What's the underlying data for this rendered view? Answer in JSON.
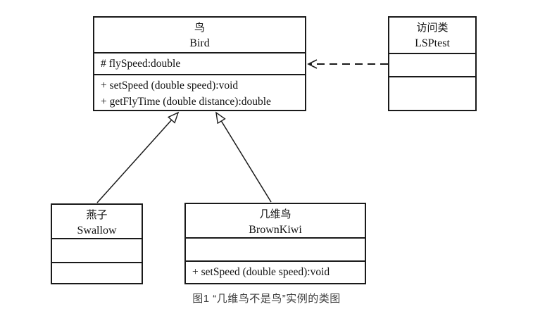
{
  "diagram": {
    "kind": "uml-class-diagram",
    "background": "#ffffff",
    "line_color": "#1a1a1a"
  },
  "classes": {
    "bird": {
      "name_cn": "鸟",
      "name_en": "Bird",
      "attributes": [
        "# flySpeed:double"
      ],
      "methods": [
        "+ setSpeed (double speed):void",
        "+ getFlyTime (double distance):double"
      ]
    },
    "lsptest": {
      "name_cn": "访问类",
      "name_en": "LSPtest",
      "attributes": [],
      "methods": []
    },
    "swallow": {
      "name_cn": "燕子",
      "name_en": "Swallow",
      "attributes": [],
      "methods": []
    },
    "brownkiwi": {
      "name_cn": "几维鸟",
      "name_en": "BrownKiwi",
      "attributes": [],
      "methods": [
        "+ setSpeed (double speed):void"
      ]
    }
  },
  "relationships": [
    {
      "type": "generalization",
      "from": "Swallow",
      "to": "Bird",
      "line": "solid",
      "head": "hollow-triangle"
    },
    {
      "type": "generalization",
      "from": "BrownKiwi",
      "to": "Bird",
      "line": "solid",
      "head": "hollow-triangle"
    },
    {
      "type": "dependency",
      "from": "LSPtest",
      "to": "Bird",
      "line": "dashed",
      "head": "open-arrow"
    }
  ],
  "caption": {
    "text": "图1 “几维鸟不是鸟”实例的类图",
    "color": "#3d3d3d"
  }
}
